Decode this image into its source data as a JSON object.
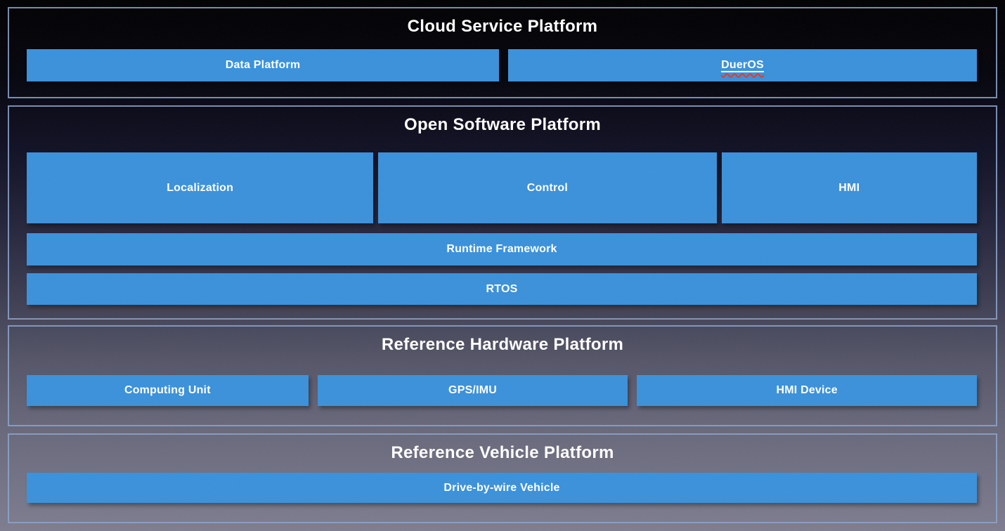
{
  "colors": {
    "box_blue": "#3a91da",
    "panel_border": "#8ca3cb",
    "background_top": "#000002",
    "background_bottom": "#7d7d8f",
    "text": "#ffffff",
    "squiggle_red": "#e2392b"
  },
  "sections": {
    "cloud": {
      "title": "Cloud Service Platform",
      "boxes": {
        "data_platform": "Data Platform",
        "dueros": "DuerOS"
      }
    },
    "software": {
      "title": "Open Software Platform",
      "boxes": {
        "localization": "Localization",
        "control": "Control",
        "hmi": "HMI",
        "runtime_framework": "Runtime Framework",
        "rtos": "RTOS"
      }
    },
    "hardware": {
      "title": "Reference Hardware Platform",
      "boxes": {
        "computing_unit": "Computing Unit",
        "gps_imu": "GPS/IMU",
        "hmi_device": "HMI Device"
      }
    },
    "vehicle": {
      "title": "Reference Vehicle Platform",
      "boxes": {
        "drive_by_wire": "Drive-by-wire Vehicle"
      }
    }
  }
}
